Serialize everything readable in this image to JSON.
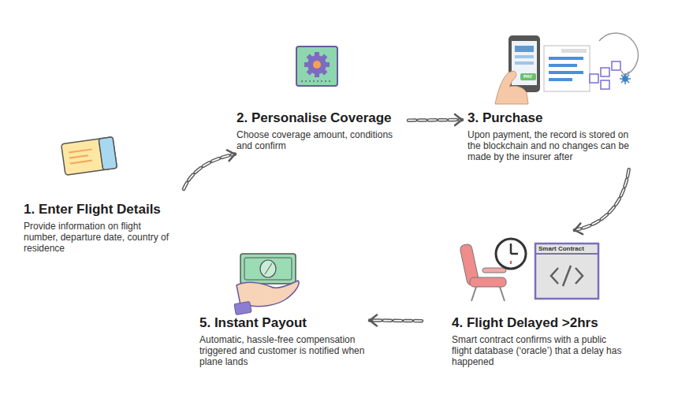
{
  "diagram": {
    "nodes": [
      {
        "text": [
          "1. Enter Flight Details",
          "Provide information on flight number, departure date, country of residence"
        ]
      },
      {
        "text": [
          "2. Personalise Coverage",
          "Choose coverage amount, conditions and confirm"
        ]
      },
      {
        "text": [
          "3. Purchase",
          "Upon payment, the record is stored on the blockchain and no changes can be made by the insurer after"
        ]
      },
      {
        "text": [
          "4. Flight Delayed >2hrs",
          "Smart contract confirms with a public flight database (‘oracle’) that a delay has happened"
        ]
      },
      {
        "text": [
          "5. Instant Payout",
          "Automatic, hassle-free compensation triggered and customer is notified when plane lands"
        ]
      }
    ],
    "edges": [
      {
        "from": 0,
        "to": 1,
        "arrow": "to"
      },
      {
        "from": 1,
        "to": 2,
        "arrow": "to"
      },
      {
        "from": 2,
        "to": 3,
        "arrow": "to"
      },
      {
        "from": 3,
        "to": 4,
        "arrow": "to"
      }
    ],
    "labels": [
      "Smart Contract",
      "PAY"
    ]
  }
}
